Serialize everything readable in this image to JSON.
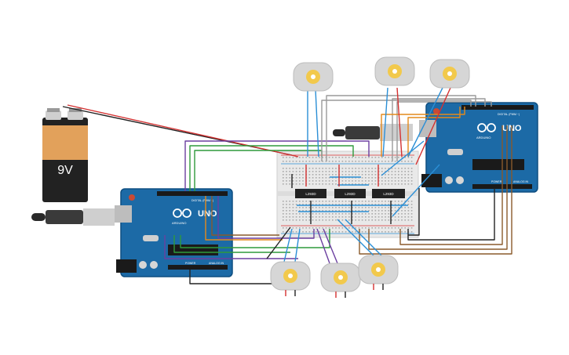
{
  "battery": {
    "label": "9V",
    "colors": {
      "top": "#e2a15b",
      "body": "#222222",
      "cap": "#cfcfcf"
    }
  },
  "chip_labels": [
    "L293D",
    "L293D",
    "L293D"
  ],
  "arduino_left": {
    "brand": "ARDUINO",
    "model": "UNO",
    "header_digital": "DIGITAL (PWM ~)",
    "header_power": "POWER",
    "header_analog": "ANALOG IN"
  },
  "arduino_right": {
    "brand": "ARDUINO",
    "model": "UNO",
    "header_digital": "DIGITAL (PWM ~)",
    "header_power": "POWER",
    "header_analog": "ANALOG IN"
  },
  "motor_count": 6,
  "colors": {
    "board": "#1c6aa6",
    "board_edge": "#0f4e80",
    "breadboard": "#e9e9e9",
    "wire_red": "#d43131",
    "wire_black": "#222222",
    "wire_green": "#2f9a3b",
    "wire_purple": "#6b3fa0",
    "wire_brown": "#8a5a2b",
    "wire_orange": "#e48a1c",
    "wire_blue": "#2b8fd6",
    "wire_gray": "#9a9a9a",
    "motor_body": "#d6d6d6",
    "motor_shaft": "#f2c94c"
  }
}
